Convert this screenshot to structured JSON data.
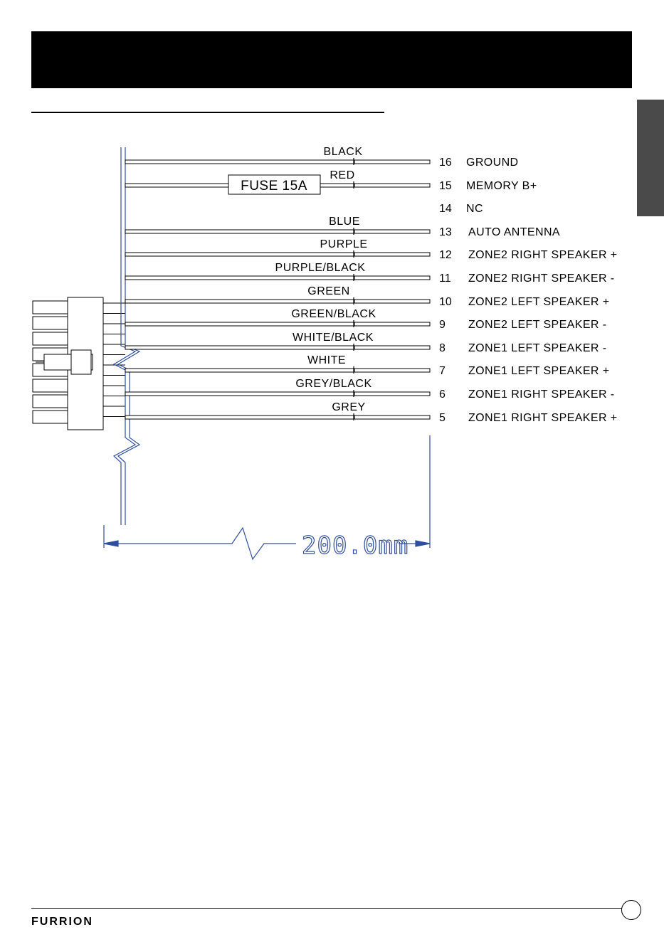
{
  "header": {
    "title": ""
  },
  "footer": {
    "brand": "FURRION",
    "page_number": ""
  },
  "diagram": {
    "fuse_label": "FUSE 15A",
    "dimension_label": "200.0mm",
    "pins": [
      {
        "pin": "16",
        "color": "BLACK",
        "function": "GROUND",
        "wired": true,
        "fused": false
      },
      {
        "pin": "15",
        "color": "RED",
        "function": "MEMORY B+",
        "wired": true,
        "fused": true
      },
      {
        "pin": "14",
        "color": "",
        "function": "NC",
        "wired": false,
        "fused": false
      },
      {
        "pin": "13",
        "color": "BLUE",
        "function": "AUTO ANTENNA",
        "wired": true,
        "fused": false
      },
      {
        "pin": "12",
        "color": "PURPLE",
        "function": "ZONE2 RIGHT SPEAKER +",
        "wired": true,
        "fused": false
      },
      {
        "pin": "11",
        "color": "PURPLE/BLACK",
        "function": "ZONE2 RIGHT SPEAKER -",
        "wired": true,
        "fused": false
      },
      {
        "pin": "10",
        "color": "GREEN",
        "function": "ZONE2 LEFT SPEAKER +",
        "wired": true,
        "fused": false
      },
      {
        "pin": "9",
        "color": "GREEN/BLACK",
        "function": "ZONE2 LEFT SPEAKER -",
        "wired": true,
        "fused": false
      },
      {
        "pin": "8",
        "color": "WHITE/BLACK",
        "function": "ZONE1 LEFT SPEAKER -",
        "wired": true,
        "fused": false
      },
      {
        "pin": "7",
        "color": "WHITE",
        "function": "ZONE1 LEFT SPEAKER +",
        "wired": true,
        "fused": false
      },
      {
        "pin": "6",
        "color": "GREY/BLACK",
        "function": "ZONE1 RIGHT SPEAKER -",
        "wired": true,
        "fused": false
      },
      {
        "pin": "5",
        "color": "GREY",
        "function": "ZONE1 RIGHT SPEAKER +",
        "wired": true,
        "fused": false
      }
    ],
    "line_color": "#000000",
    "dimension_color": "#2f4ea0"
  }
}
